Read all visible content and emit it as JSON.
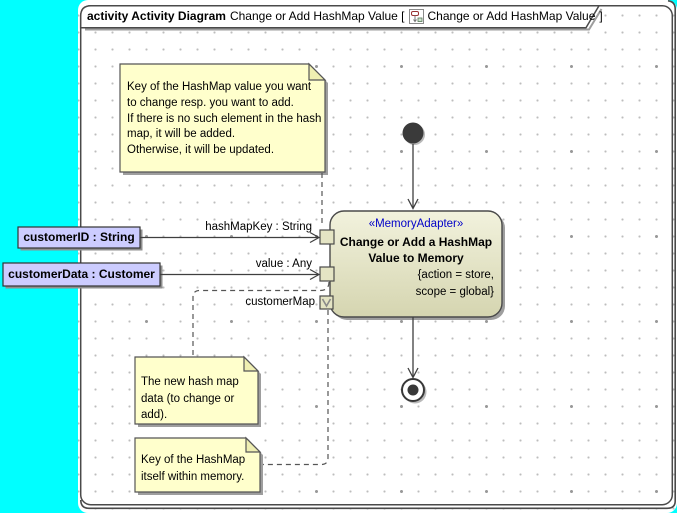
{
  "frame": {
    "title_bold": "activity Activity Diagram",
    "title_main": "Change or Add HashMap Value [",
    "title_ref": "Change or Add HashMap Value",
    "title_close": "]"
  },
  "notes": [
    {
      "text": "Key of the HashMap value you want to change resp. you want to add.\nIf there is no such element in the hash map, it will be added.\nOtherwise, it will be updated."
    },
    {
      "text": "The new hash map data (to change or add)."
    },
    {
      "text": "Key of the HashMap itself within memory."
    }
  ],
  "action": {
    "stereotype": "«MemoryAdapter»",
    "name": "Change or Add a HashMap\nValue to Memory",
    "constraint": "{action = store,\nscope = global}"
  },
  "pins": {
    "hash_map_key_label": "hashMapKey : String",
    "value_label": "value : Any",
    "customer_map_label": "customerMap"
  },
  "params": [
    {
      "label": "customerID : String"
    },
    {
      "label": "customerData : Customer"
    }
  ],
  "colors": {
    "desktop": "#00FFFF",
    "note_fill": "#FFFFCC",
    "action_fill_top": "#F1F1DB",
    "action_fill_bottom": "#D6D6B1",
    "param_fill": "#CCCCFF",
    "stereotype_text": "#0000C8",
    "stroke": "#4A4A4A"
  }
}
